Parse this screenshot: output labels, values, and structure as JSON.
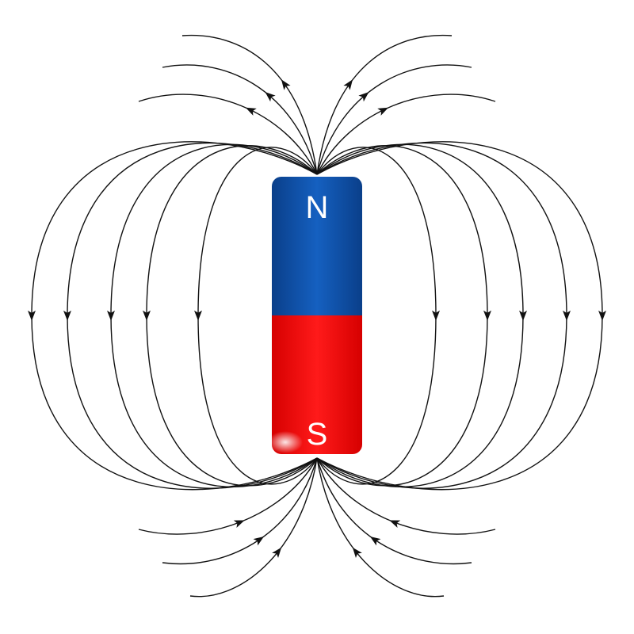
{
  "magnet": {
    "north_label": "N",
    "south_label": "S",
    "north_color": "#0d4fa8",
    "south_color": "#ff0000"
  },
  "field": {
    "line_color": "#111111",
    "direction": "north-to-south"
  }
}
